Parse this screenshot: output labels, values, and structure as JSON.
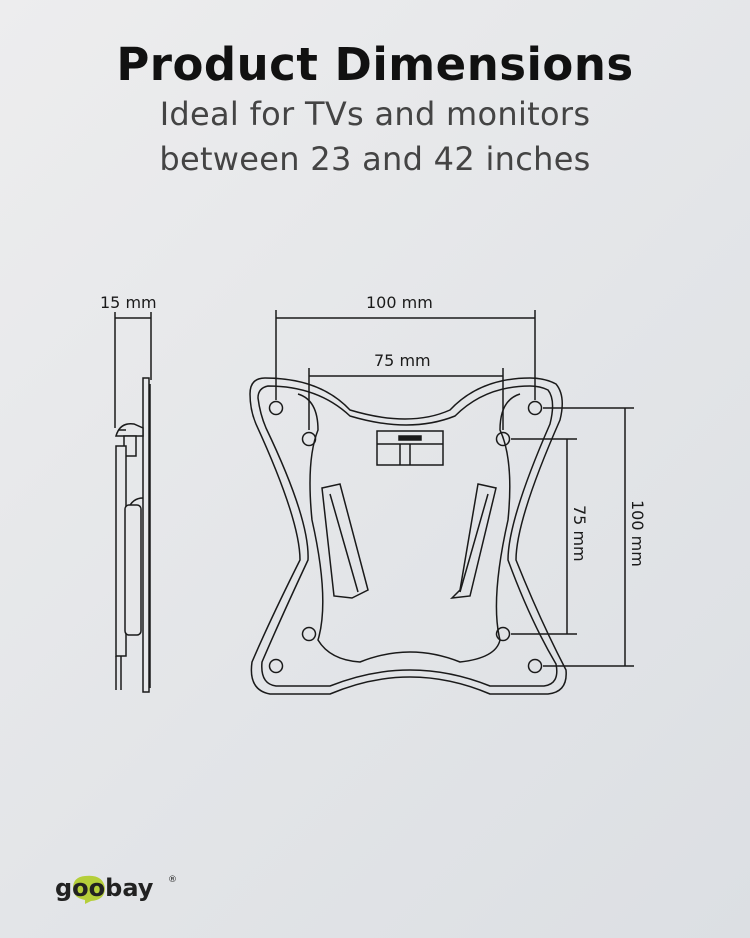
{
  "header": {
    "title": "Product Dimensions",
    "subtitle_line1": "Ideal for TVs and monitors",
    "subtitle_line2": "between 23 and 42 inches"
  },
  "side_view": {
    "depth_label": "15 mm"
  },
  "front_view": {
    "outer_width_label": "100 mm",
    "inner_width_label": "75 mm",
    "inner_height_label": "75 mm",
    "outer_height_label": "100 mm"
  },
  "brand": {
    "name": "goobay",
    "registered_mark": "®",
    "accent_color": "#b5cf3a"
  }
}
